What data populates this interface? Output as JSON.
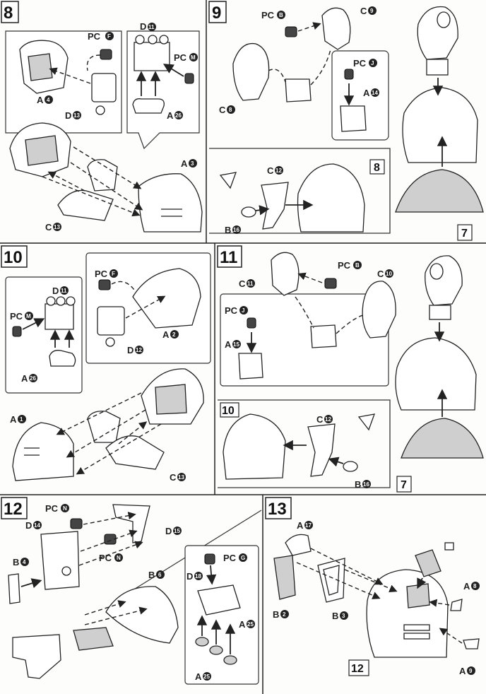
{
  "steps": [
    {
      "number": "8"
    },
    {
      "number": "9"
    },
    {
      "number": "10"
    },
    {
      "number": "11"
    },
    {
      "number": "12"
    },
    {
      "number": "13"
    }
  ],
  "labels": {
    "s8": [
      "PC",
      "D",
      "PC",
      "A",
      "D",
      "A",
      "A",
      "C"
    ],
    "s8n": [
      "F",
      "11",
      "M",
      "4",
      "13",
      "26",
      "3",
      "13"
    ],
    "s9": [
      "PC",
      "C",
      "PC",
      "C",
      "A",
      "C",
      "B"
    ],
    "s9n": [
      "B",
      "9",
      "J",
      "8",
      "14",
      "12",
      "16"
    ],
    "s10": [
      "PC",
      "D",
      "PC",
      "A",
      "D",
      "A",
      "A",
      "C"
    ],
    "s10n": [
      "F",
      "11",
      "M",
      "2",
      "12",
      "26",
      "1",
      "13"
    ],
    "s11": [
      "PC",
      "C",
      "C",
      "PC",
      "A",
      "C",
      "B"
    ],
    "s11n": [
      "B",
      "11",
      "10",
      "J",
      "15",
      "12",
      "16"
    ],
    "s12": [
      "PC",
      "D",
      "D",
      "B",
      "PC",
      "B",
      "PC",
      "D",
      "A",
      "A"
    ],
    "s12n": [
      "N",
      "14",
      "15",
      "4",
      "N",
      "6",
      "G",
      "18",
      "25",
      "25"
    ],
    "s13": [
      "A",
      "B",
      "B",
      "A",
      "A"
    ],
    "s13n": [
      "17",
      "2",
      "3",
      "8",
      "9"
    ]
  },
  "refs": {
    "r9_8": "8",
    "r9_7": "7",
    "r11_10": "10",
    "r11_7": "7",
    "r13_12": "12"
  }
}
